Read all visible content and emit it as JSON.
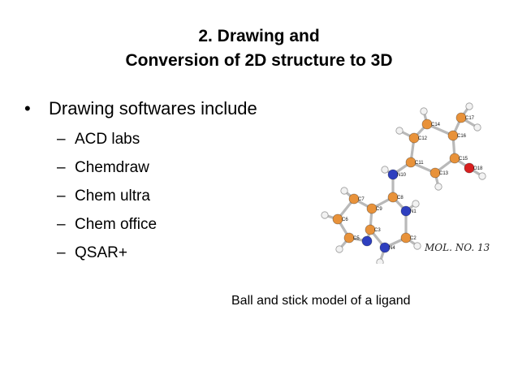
{
  "title": {
    "line1": "2. Drawing and",
    "line2": "Conversion of 2D structure to 3D"
  },
  "bullet": {
    "symbol": "•",
    "text": "Drawing softwares include"
  },
  "sub_bullet_symbol": "–",
  "sub_items": [
    "ACD labs",
    "Chemdraw",
    "Chem ultra",
    "Chem office",
    "QSAR+"
  ],
  "figure": {
    "label": "MOL. NO. 13",
    "caption": "Ball and stick model of a ligand",
    "atom_labels": [
      "C17",
      "C14",
      "C16",
      "C12",
      "C15",
      "C11",
      "C13",
      "O18",
      "N10",
      "C7",
      "C8",
      "C9",
      "C6",
      "N1",
      "C5",
      "C3",
      "C2",
      "N4"
    ]
  },
  "colors": {
    "carbon": "#e8923a",
    "nitrogen": "#2e3fbf",
    "oxygen": "#d81f1f",
    "hydrogen": "#f2f2f2"
  }
}
